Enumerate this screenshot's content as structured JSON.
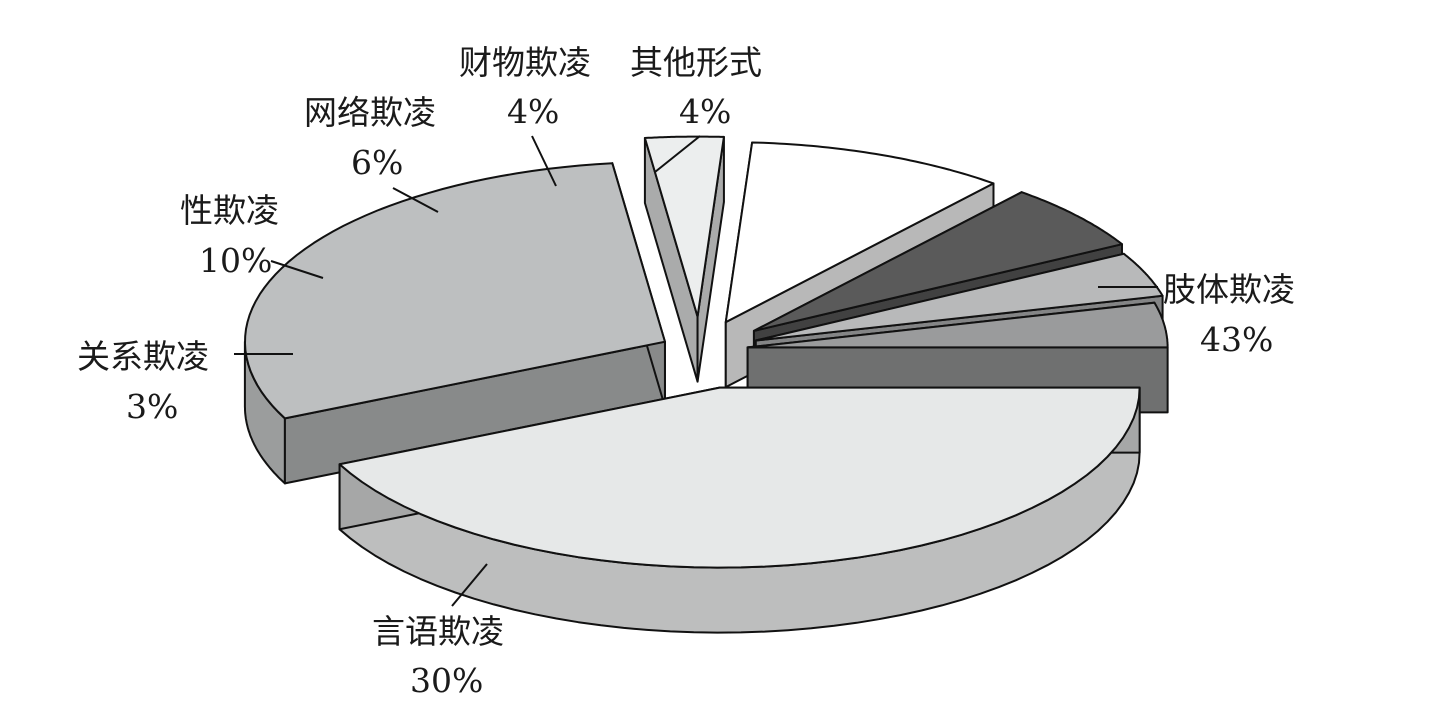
{
  "chart_data": {
    "type": "pie",
    "variant": "3d-exploded",
    "title": "",
    "slices": [
      {
        "name": "肢体欺凌",
        "label": "43%",
        "value": 43,
        "color": "#e6e8e8"
      },
      {
        "name": "言语欺凌",
        "label": "30%",
        "value": 30,
        "color": "#bdbfc0"
      },
      {
        "name": "关系欺凌",
        "label": "3%",
        "value": 3,
        "color": "#eceeee"
      },
      {
        "name": "性欺凌",
        "label": "10%",
        "value": 10,
        "color": "#ffffff"
      },
      {
        "name": "网络欺凌",
        "label": "6%",
        "value": 6,
        "color": "#5a5a5a"
      },
      {
        "name": "财物欺凌",
        "label": "4%",
        "value": 4,
        "color": "#b8b9ba"
      },
      {
        "name": "其他形式",
        "label": "4%",
        "value": 4,
        "color": "#9a9b9c"
      }
    ],
    "legend": "none"
  }
}
